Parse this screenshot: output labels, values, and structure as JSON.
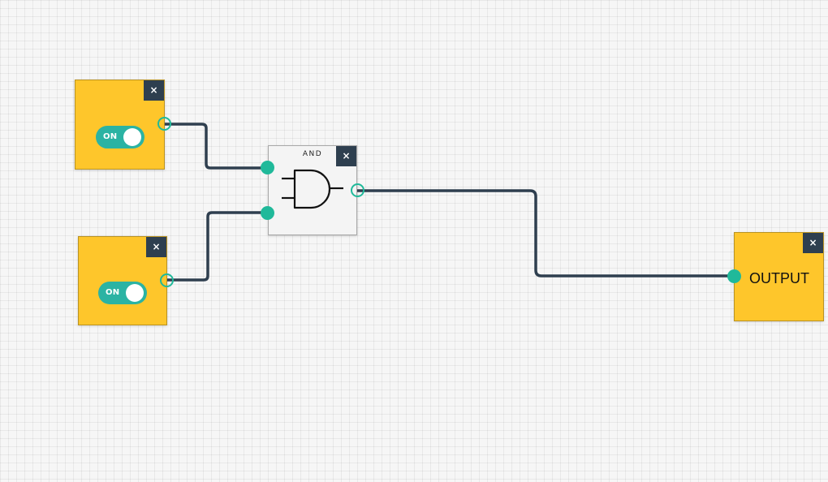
{
  "canvas": {
    "background": "#f6f6f6",
    "grid": true
  },
  "colors": {
    "node_fill": "#fec62b",
    "gate_fill": "#f4f4f4",
    "toggle_on": "#2bb3a3",
    "port": "#20b99a",
    "wire": "#2f3f4f",
    "close_button": "#2e3f4f"
  },
  "nodes": {
    "input_1": {
      "type": "input-switch",
      "toggle_label": "ON",
      "state": "on",
      "close_label": "×",
      "close_icon": "close-icon"
    },
    "input_2": {
      "type": "input-switch",
      "toggle_label": "ON",
      "state": "on",
      "close_label": "×",
      "close_icon": "close-icon"
    },
    "and_gate": {
      "type": "logic-gate",
      "title": "AND",
      "symbol_icon": "and-gate-icon",
      "close_label": "×",
      "close_icon": "close-icon"
    },
    "output": {
      "type": "output",
      "label": "OUTPUT",
      "close_label": "×",
      "close_icon": "close-icon"
    }
  },
  "connections": [
    {
      "from": "input_1.out",
      "to": "and_gate.in_1"
    },
    {
      "from": "input_2.out",
      "to": "and_gate.in_2"
    },
    {
      "from": "and_gate.out",
      "to": "output.in"
    }
  ]
}
